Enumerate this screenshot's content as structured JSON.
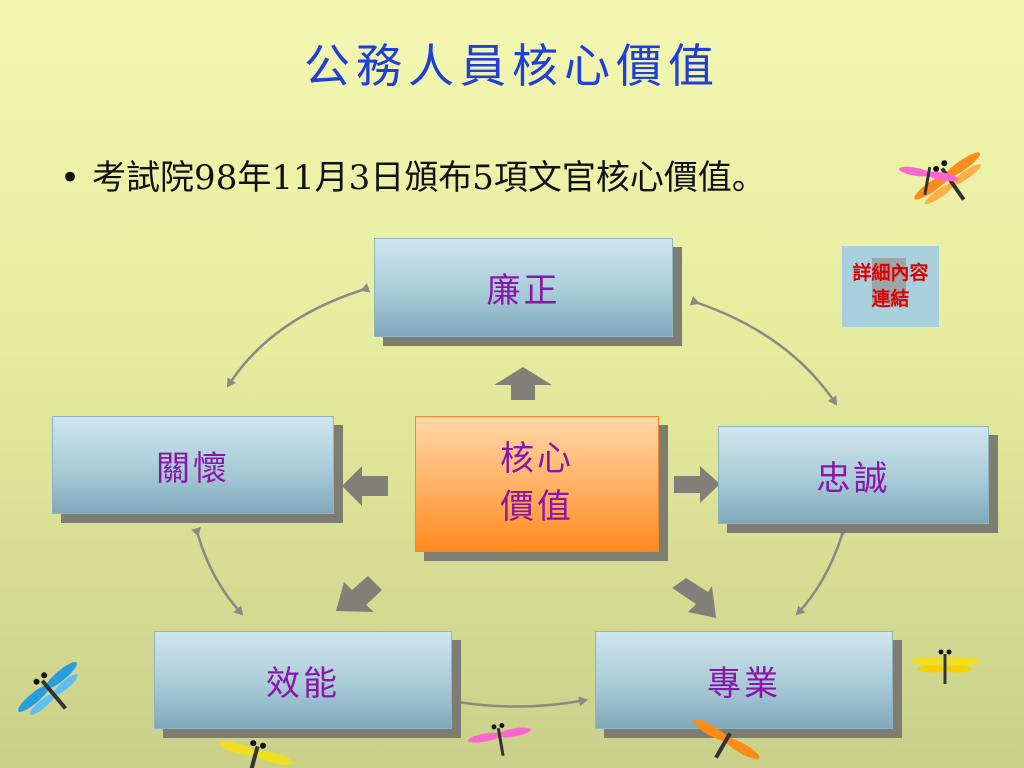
{
  "title": "公務人員核心價值",
  "bullet": "考試院98年11月3日頒布5項文官核心價值",
  "bullet_end": "。",
  "nodes": {
    "integrity": "廉正",
    "loyalty": "忠誠",
    "care": "關懷",
    "efficiency": "效能",
    "professionalism": "專業",
    "core_line1": "核心",
    "core_line2": "價值"
  },
  "link": {
    "line1": "詳細內容",
    "line2": "連結"
  },
  "colors": {
    "title": "#1f3fd8",
    "node_text": "#8a16a8",
    "link_text": "#e00000",
    "core_fill": "#ff9a33",
    "node_fill": "#a9cbd8"
  },
  "decorations": [
    "dragonfly-icon"
  ]
}
